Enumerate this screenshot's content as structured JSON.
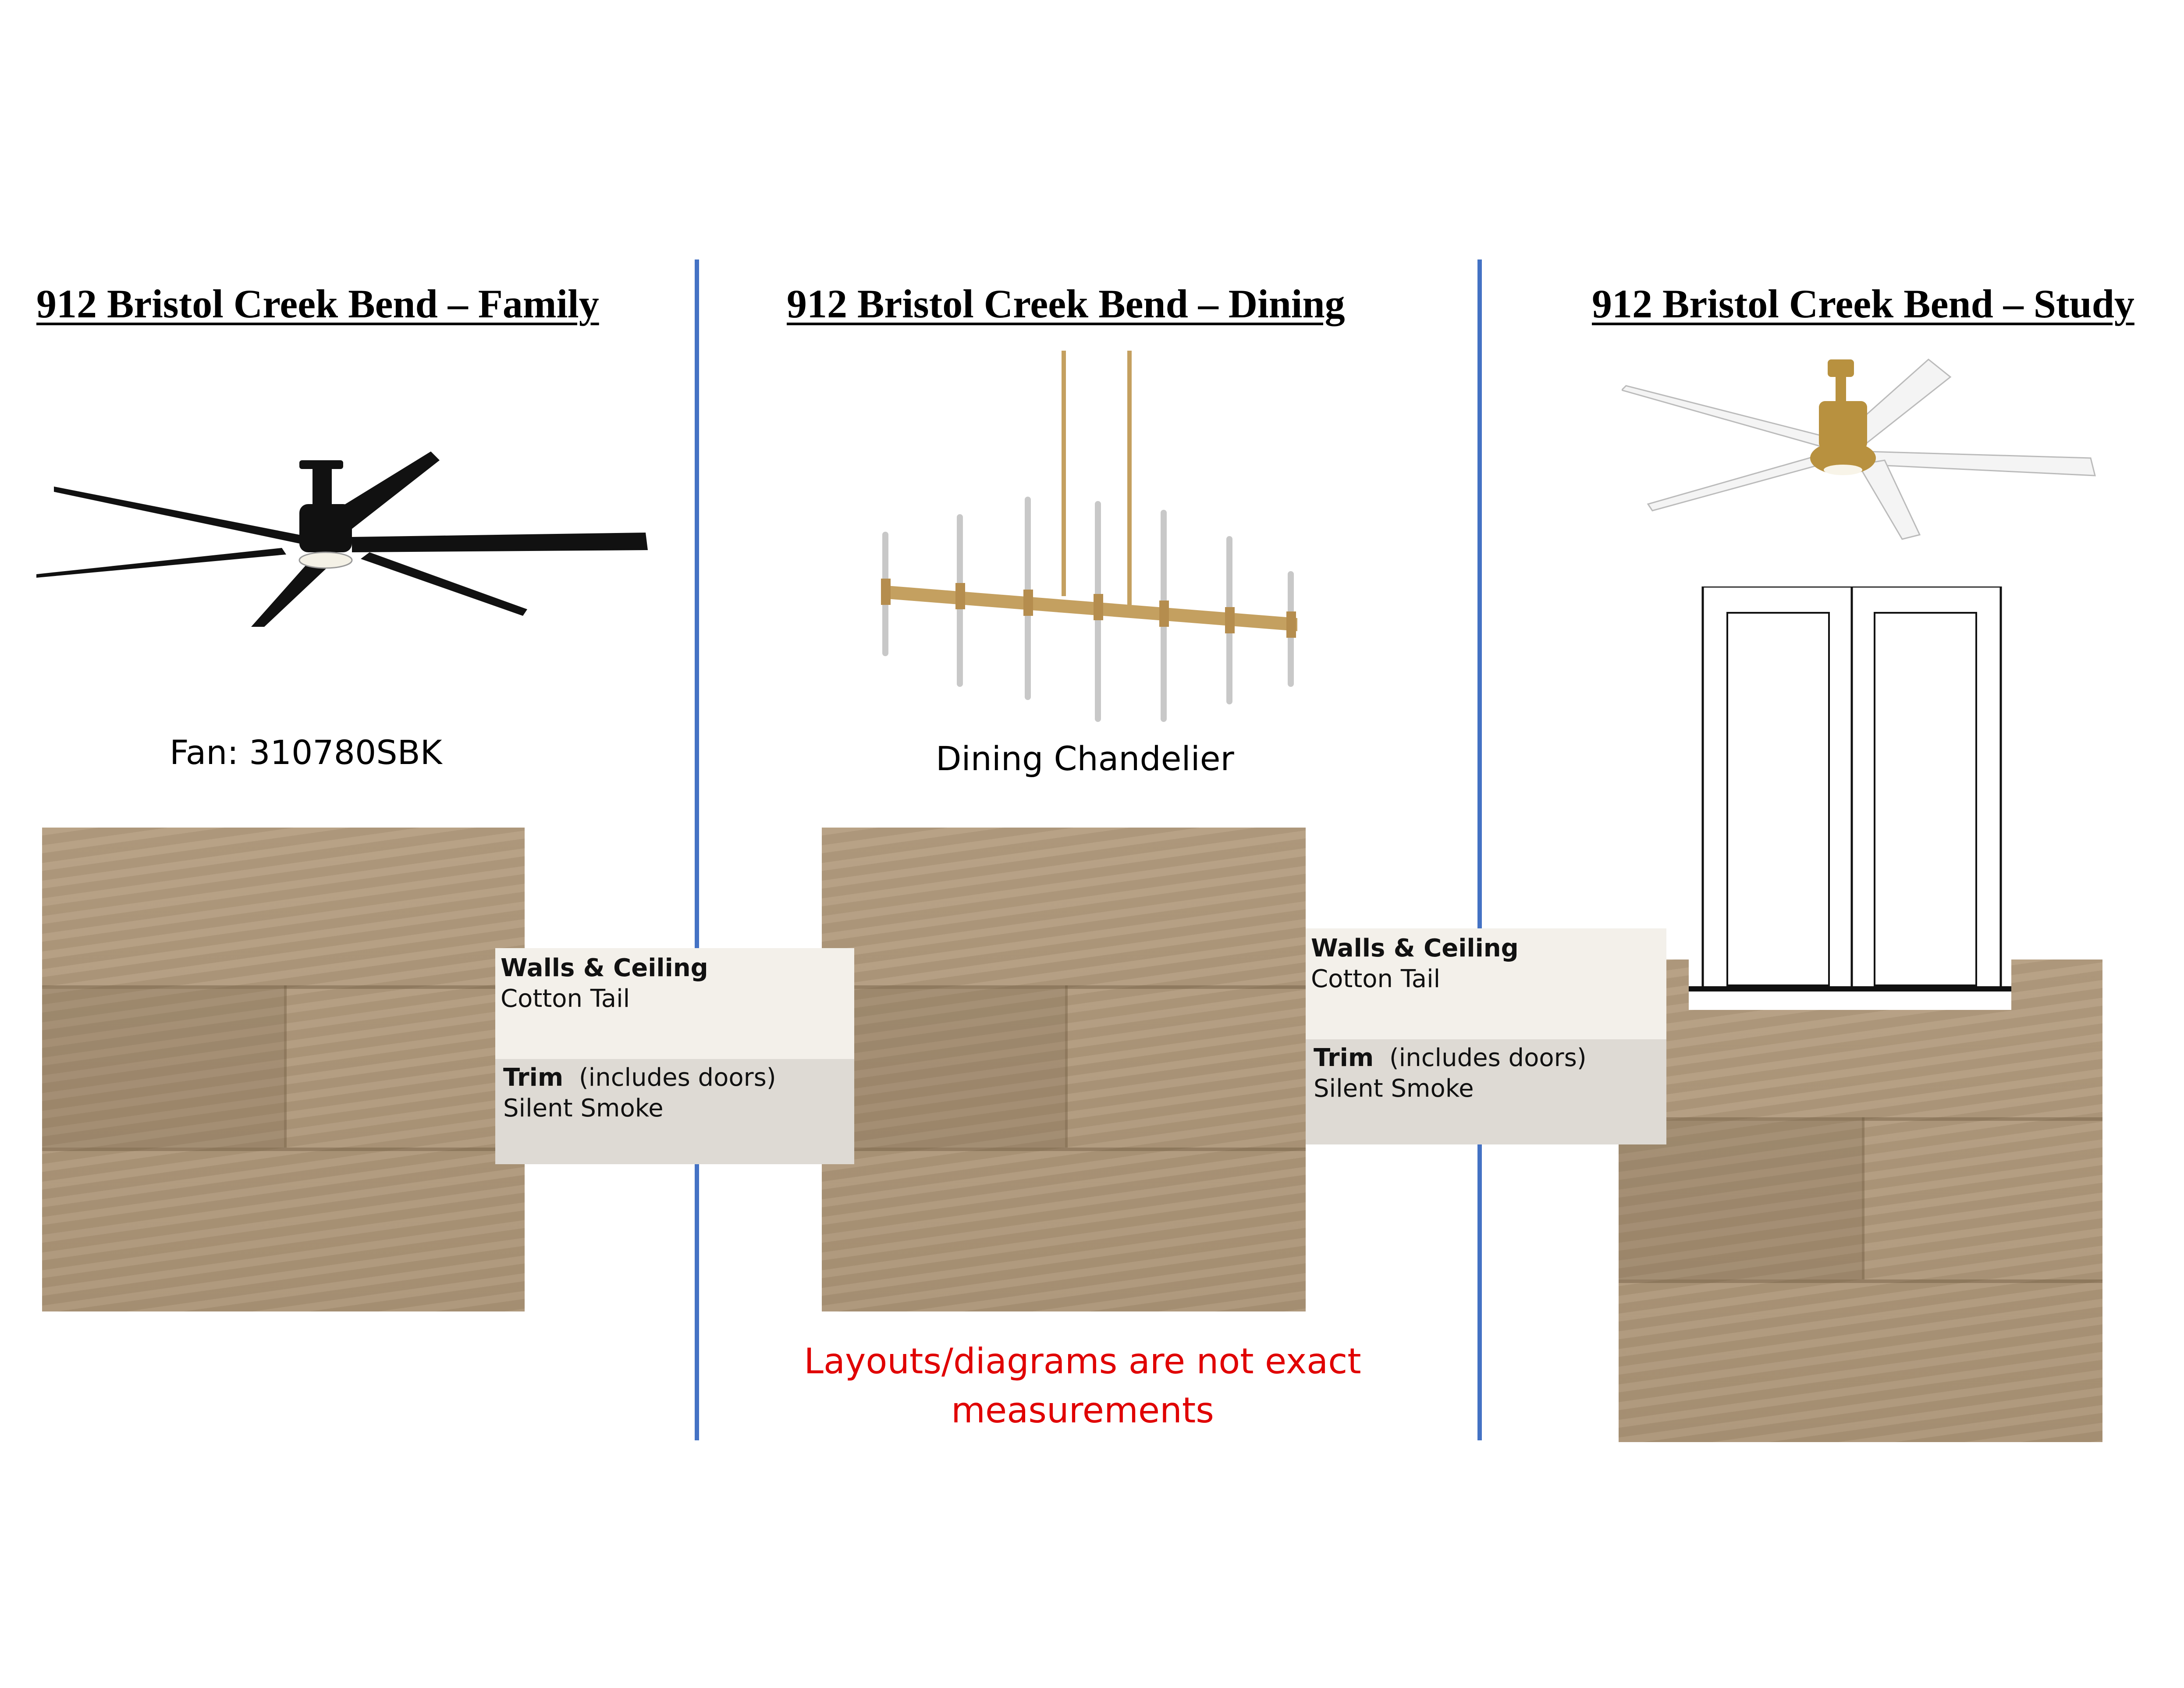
{
  "sections": [
    {
      "title": "912 Bristol Creek Bend – Family",
      "caption": "Fan: 310780SBK"
    },
    {
      "title": "912 Bristol Creek Bend – Dining",
      "caption": "Dining Chandelier"
    },
    {
      "title": "912 Bristol Creek Bend – Study"
    }
  ],
  "paint": {
    "walls_label": "Walls & Ceiling",
    "walls_color": "Cotton Tail",
    "trim_label": "Trim",
    "trim_note": "(includes doors)",
    "trim_color": "Silent Smoke"
  },
  "note": {
    "line1": "Layouts/diagrams are not exact",
    "line2": "measurements"
  },
  "colors": {
    "divider": "#4472c4",
    "note": "#e00000",
    "walls_swatch": "#f3f0ea",
    "trim_swatch": "#dedad4",
    "wood": "#b09a7c"
  }
}
